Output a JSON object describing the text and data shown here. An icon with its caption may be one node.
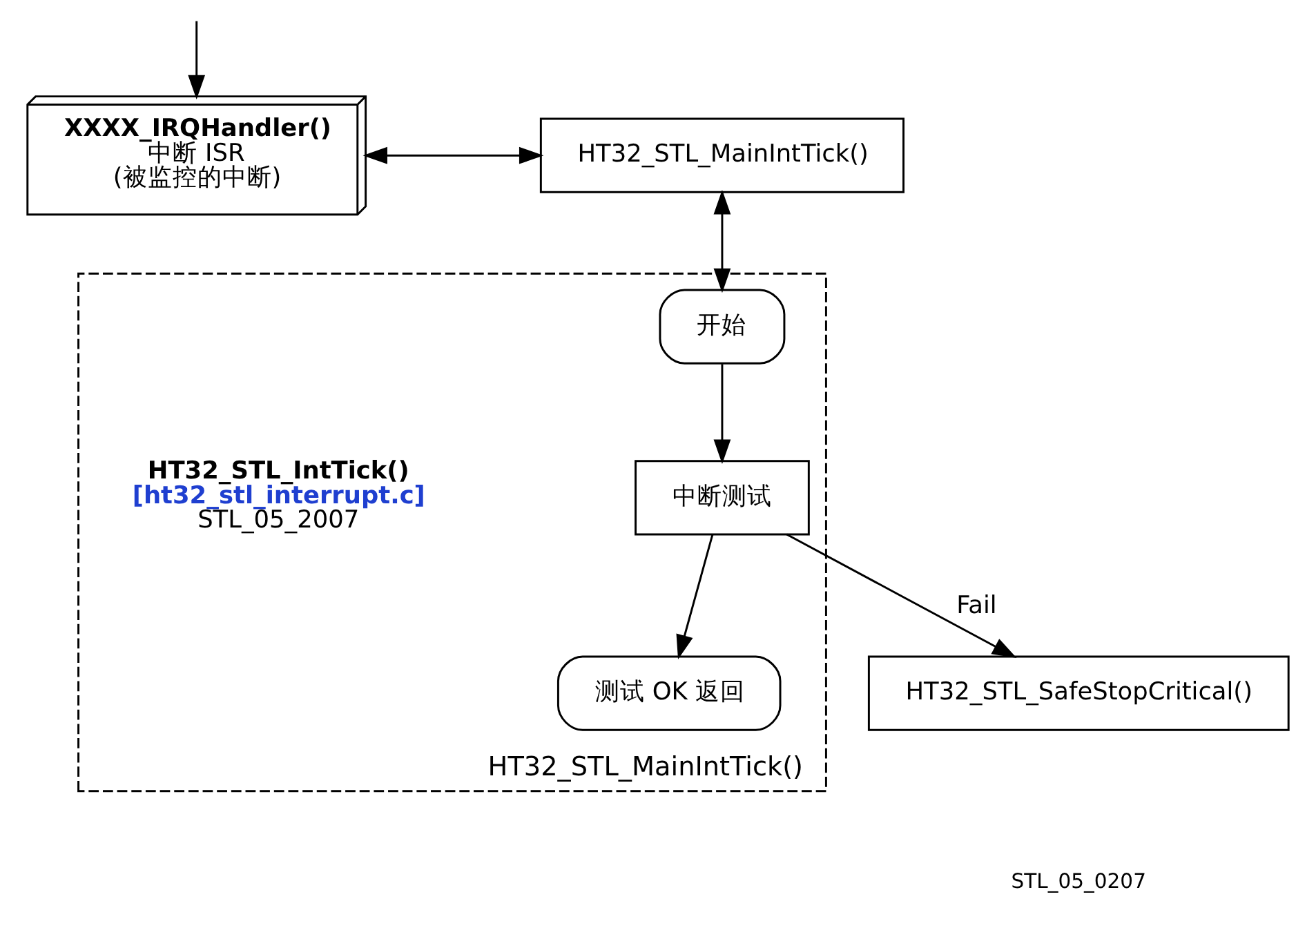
{
  "diagram": {
    "nodes": [
      {
        "text": [
          "XXXX_IRQHandler()",
          "中断 ISR",
          "(被监控的中断)"
        ]
      },
      {
        "text": [
          "HT32_STL_MainIntTick()"
        ]
      },
      {
        "text": [
          "HT32_STL_MainIntTick()"
        ]
      },
      {
        "text": [
          "开始"
        ],
        "in": 2
      },
      {
        "text": [
          "中断测试"
        ],
        "in": 2,
        "beside": [
          "HT32_STL_IntTick()",
          "[ht32_stl_interrupt.c]",
          "STL_05_2007"
        ]
      },
      {
        "text": [
          "测试 OK 返回"
        ],
        "in": 2
      },
      {
        "text": [
          "HT32_STL_SafeStopCritical()"
        ]
      }
    ],
    "edges": [
      {
        "from": null,
        "to": 0,
        "arrow": "to"
      },
      {
        "from": 0,
        "to": 1,
        "arrow": "both"
      },
      {
        "from": 1,
        "to": 3,
        "arrow": "both"
      },
      {
        "from": 3,
        "to": 4,
        "arrow": "to"
      },
      {
        "from": 4,
        "to": 5,
        "arrow": "to"
      },
      {
        "from": 4,
        "to": 6,
        "arrow": "to",
        "label": "Fail"
      }
    ],
    "labels": [
      "STL_05_0207"
    ]
  }
}
